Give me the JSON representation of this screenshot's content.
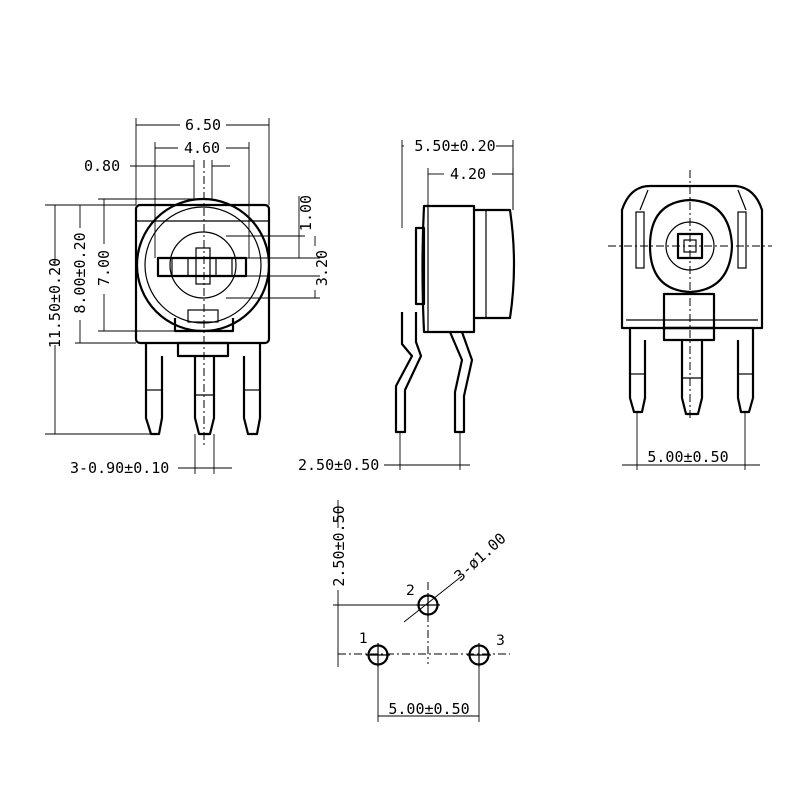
{
  "front_view": {
    "overall_width": "6.50",
    "slot_width": "4.60",
    "pin_offset": "0.80",
    "overall_height": "11.50±0.20",
    "body_height": "8.00±0.20",
    "rotor_diameter": "7.00",
    "slot_height": "1.00",
    "slot_span": "3.20",
    "pin_width": "3-0.90±0.10"
  },
  "side_view": {
    "overall_depth": "5.50±0.20",
    "knob_depth": "4.20",
    "pin_offset": "2.50±0.50"
  },
  "rear_view": {
    "pin_pitch": "5.00±0.50"
  },
  "footprint": {
    "row_offset": "2.50±0.50",
    "hole_diameter": "3-ø1.00",
    "pin_1": "1",
    "pin_2": "2",
    "pin_3": "3",
    "pin_pitch": "5.00±0.50"
  }
}
